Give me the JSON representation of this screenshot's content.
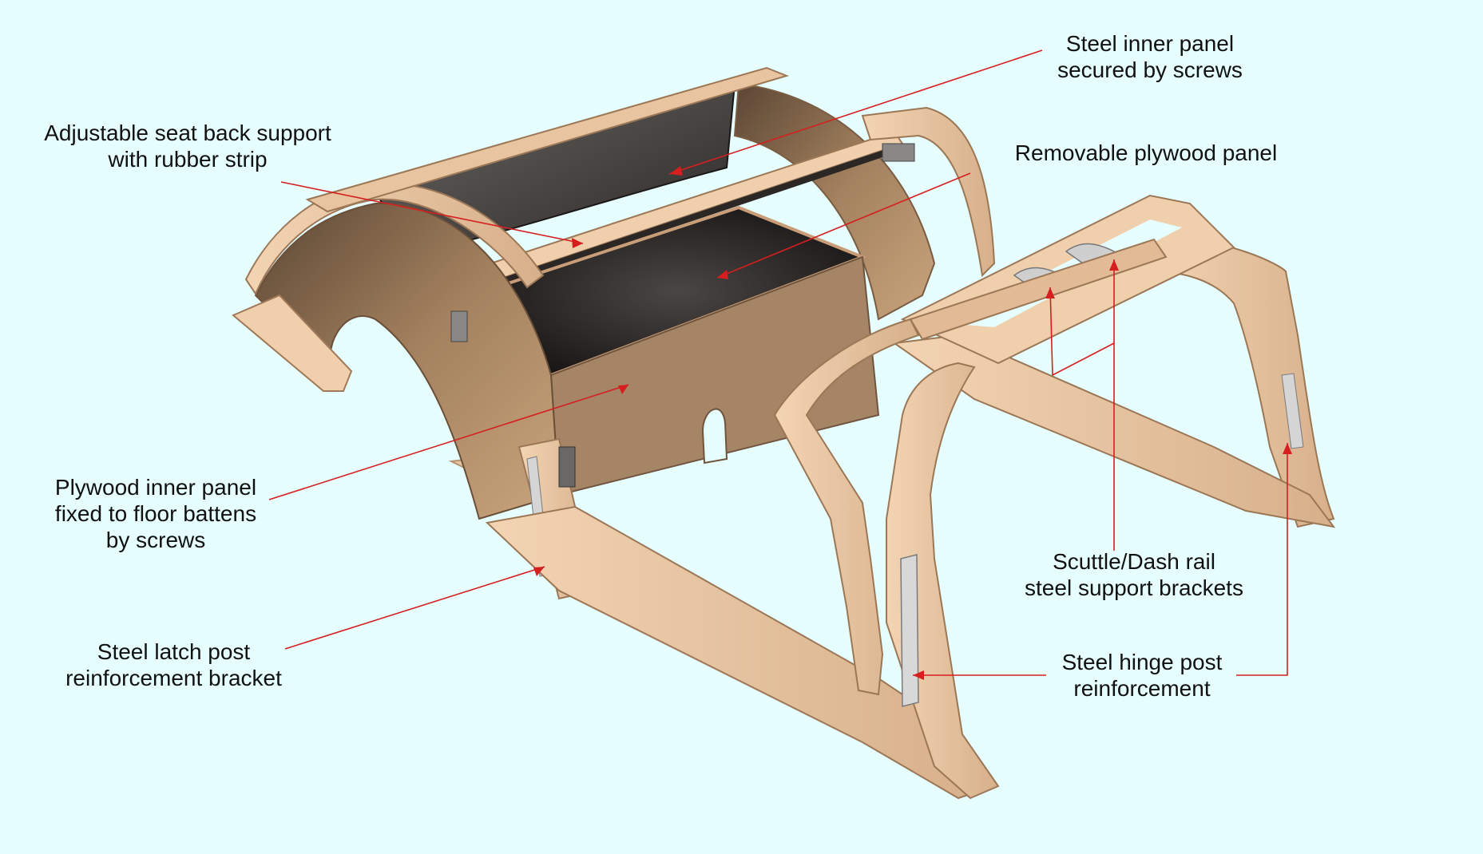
{
  "colors": {
    "background": "#e6fefe",
    "wood": "#ecc9a7",
    "wood_shadow": "#8a6a4e",
    "plywood": "#a58566",
    "panel_dark": "#1e1b19",
    "steel": "#d5d5d5",
    "leader": "#d51f1f",
    "label_text": "#111111"
  },
  "labels": {
    "steel_inner_panel": [
      "Steel inner panel",
      "secured  by screws"
    ],
    "seat_back_support": [
      "Adjustable seat back support",
      "with rubber strip"
    ],
    "removable_plywood": [
      "Removable plywood panel"
    ],
    "plywood_inner_panel": [
      "Plywood inner panel",
      "fixed to floor battens",
      "by screws"
    ],
    "scuttle_dash": [
      "Scuttle/Dash rail",
      "steel support brackets"
    ],
    "latch_post": [
      "Steel latch post",
      "reinforcement bracket"
    ],
    "hinge_post": [
      "Steel hinge post",
      "reinforcement"
    ]
  }
}
